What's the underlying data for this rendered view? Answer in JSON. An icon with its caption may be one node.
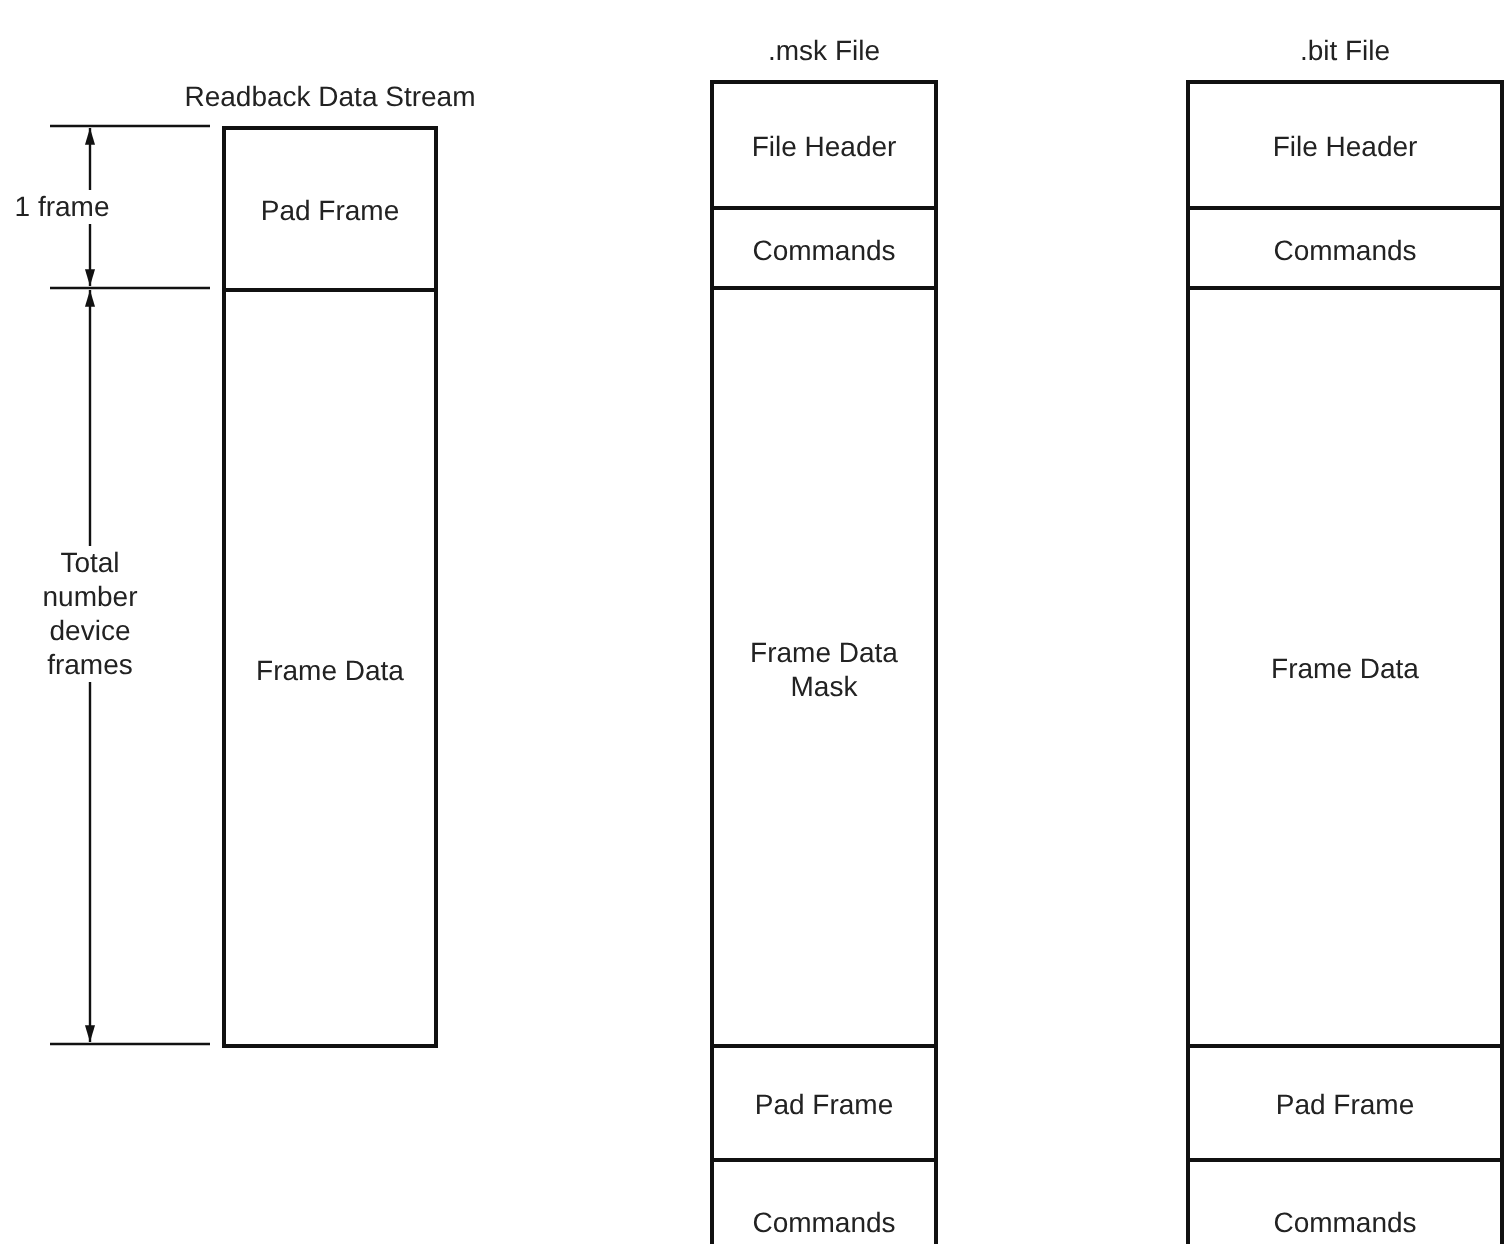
{
  "diagram": {
    "nodes": [
      {
        "text": [
          "Readback Data Stream"
        ]
      },
      {
        "text": [
          "Pad Frame"
        ],
        "in": 0
      },
      {
        "text": [
          "Frame Data"
        ],
        "in": 0
      },
      {
        "text": [
          ".msk File"
        ]
      },
      {
        "text": [
          "File Header"
        ],
        "in": 3
      },
      {
        "text": [
          "Commands"
        ],
        "in": 3
      },
      {
        "text": [
          "Frame Data Mask"
        ],
        "in": 3
      },
      {
        "text": [
          "Pad Frame"
        ],
        "in": 3
      },
      {
        "text": [
          "Commands"
        ],
        "in": 3
      },
      {
        "text": [
          ".bit File"
        ]
      },
      {
        "text": [
          "File Header"
        ],
        "in": 9
      },
      {
        "text": [
          "Commands"
        ],
        "in": 9
      },
      {
        "text": [
          "Frame Data"
        ],
        "in": 9
      },
      {
        "text": [
          "Pad Frame"
        ],
        "in": 9
      },
      {
        "text": [
          "Commands"
        ],
        "in": 9
      }
    ],
    "labels": [
      "1 frame",
      "Total number device frames"
    ]
  }
}
